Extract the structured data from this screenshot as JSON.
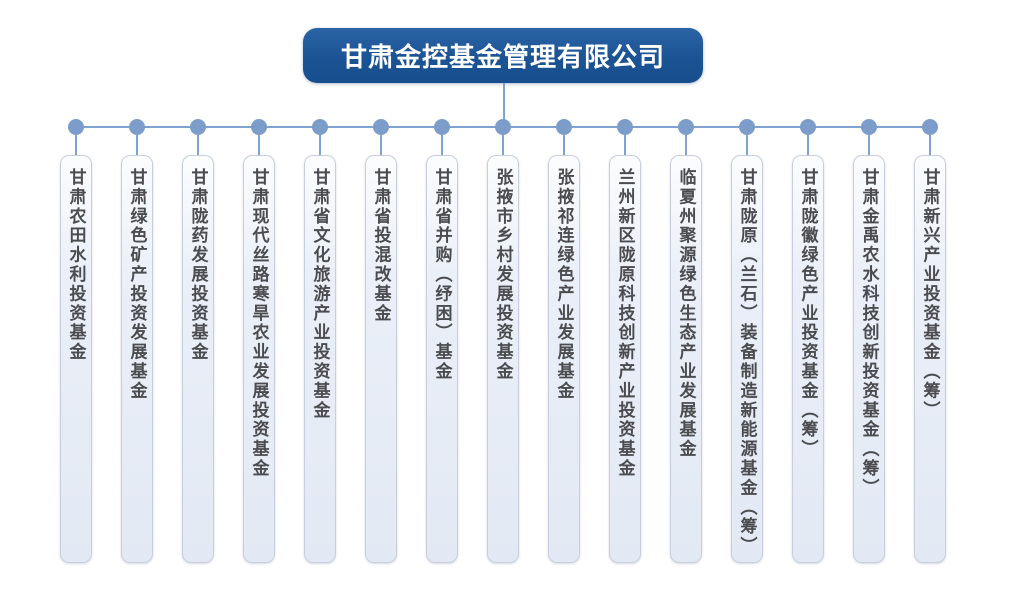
{
  "root": {
    "title": "甘肃金控基金管理有限公司"
  },
  "funds": [
    "甘肃农田水利投资基金",
    "甘肃绿色矿产投资发展基金",
    "甘肃陇药发展投资基金",
    "甘肃现代丝路寒旱农业发展投资基金",
    "甘肃省文化旅游产业投资基金",
    "甘肃省投混改基金",
    "甘肃省并购（纾困）基金",
    "张掖市乡村发展投资基金",
    "张掖祁连绿色产业发展基金",
    "兰州新区陇原科技创新产业投资基金",
    "临夏州聚源绿色生态产业发展基金",
    "甘肃陇原（兰石）装备制造新能源基金（筹）",
    "甘肃陇徽绿色产业投资基金（筹）",
    "甘肃金禹农水科技创新投资基金（筹）",
    "甘肃新兴产业投资基金（筹）"
  ],
  "colors": {
    "root_box_blue": "#1b5394",
    "connector_blue": "#7fa3d0",
    "dot_blue": "#7c9dc9",
    "node_fill": "#e9eef7",
    "node_border": "#c8cedd",
    "node_text": "#4b4c4f"
  }
}
